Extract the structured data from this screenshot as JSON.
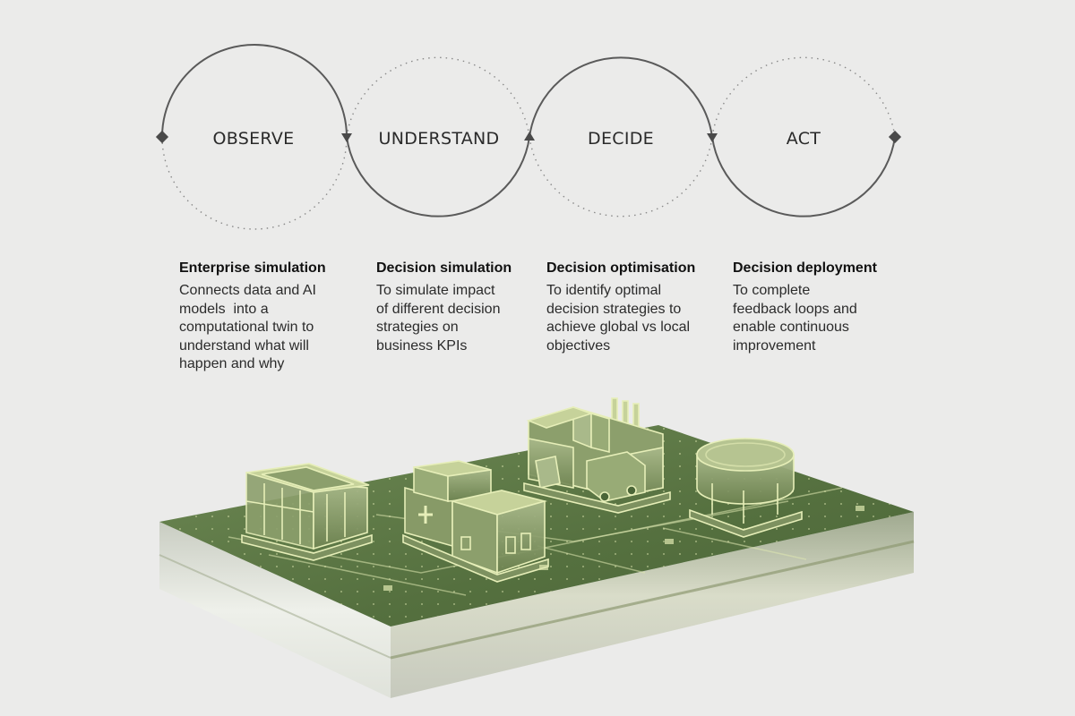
{
  "stages": [
    {
      "label": "OBSERVE",
      "title": "Enterprise simulation",
      "lines": [
        "Connects data and AI",
        "models  into a",
        "computational twin to",
        "understand what will",
        "happen and why"
      ]
    },
    {
      "label": "UNDERSTAND",
      "title": "Decision simulation",
      "lines": [
        "To simulate impact",
        "of different decision",
        "strategies on",
        "business KPIs"
      ]
    },
    {
      "label": "DECIDE",
      "title": "Decision optimisation",
      "lines": [
        "To identify optimal",
        "decision strategies to",
        "achieve global vs local",
        "objectives"
      ]
    },
    {
      "label": "ACT",
      "title": "Decision deployment",
      "lines": [
        "To complete",
        "feedback loops and",
        "enable continuous",
        "improvement"
      ]
    }
  ],
  "colors": {
    "solid_arc": "#5a5a5a",
    "dotted_arc": "#8a8a8a",
    "board_top": "#5e7a4a",
    "board_edge": "#dcdfd8",
    "building_glow": "#dfe8b0"
  }
}
